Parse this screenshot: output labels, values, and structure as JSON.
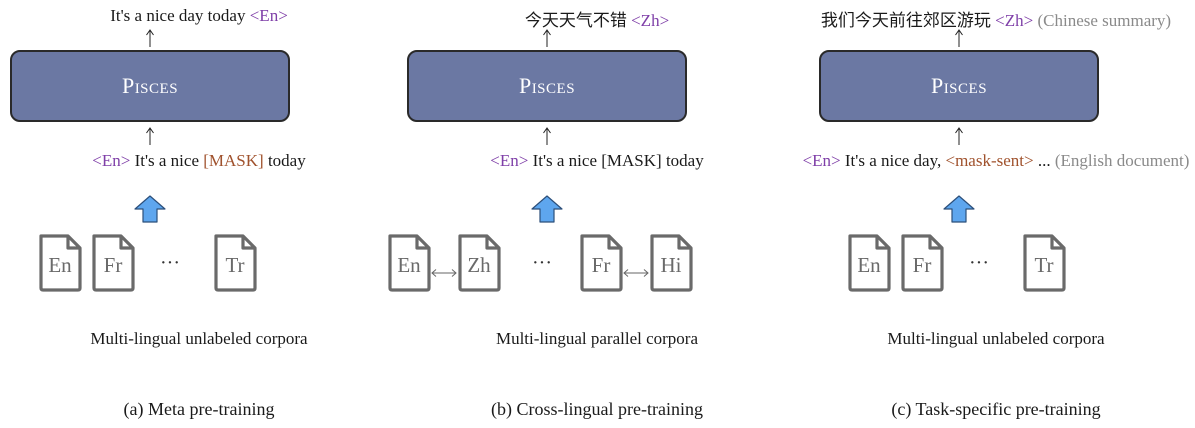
{
  "colors": {
    "model_fill": "#6b78a3",
    "lang_tag": "#7f3fa8",
    "mask": "#a0522d",
    "note": "#8a8a8a",
    "arrow_up": "#5ea6ee",
    "doc_stroke": "#6a6a6a"
  },
  "panel_a": {
    "output": {
      "text": "It's a nice day today ",
      "tag": "<En>"
    },
    "model": "Pisces",
    "input": {
      "tag": "<En>",
      "pre": " It's a nice ",
      "mask": "[MASK]",
      "post": " today"
    },
    "docs": [
      "En",
      "Fr",
      "Tr"
    ],
    "ellipsis": "···",
    "source": "Multi-lingual unlabeled corpora",
    "caption": "(a) Meta pre-training"
  },
  "panel_b": {
    "output": {
      "text": "今天天气不错 ",
      "tag": "<Zh>"
    },
    "model": "Pisces",
    "input": {
      "tag": "<En>",
      "text": " It's a nice [MASK] today"
    },
    "docs": [
      "En",
      "Zh",
      "Fr",
      "Hi"
    ],
    "ellipsis": "···",
    "source": "Multi-lingual parallel corpora",
    "caption": "(b) Cross-lingual pre-training"
  },
  "panel_c": {
    "output": {
      "text": "我们今天前往郊区游玩 ",
      "tag": "<Zh>",
      "note": " (Chinese summary)"
    },
    "model": "Pisces",
    "input": {
      "tag": "<En>",
      "pre": " It's a nice day, ",
      "mask": "<mask-sent>",
      "post": " ... ",
      "note": "(English document)"
    },
    "docs": [
      "En",
      "Fr",
      "Tr"
    ],
    "ellipsis": "···",
    "source": "Multi-lingual unlabeled corpora",
    "caption": "(c) Task-specific pre-training"
  }
}
